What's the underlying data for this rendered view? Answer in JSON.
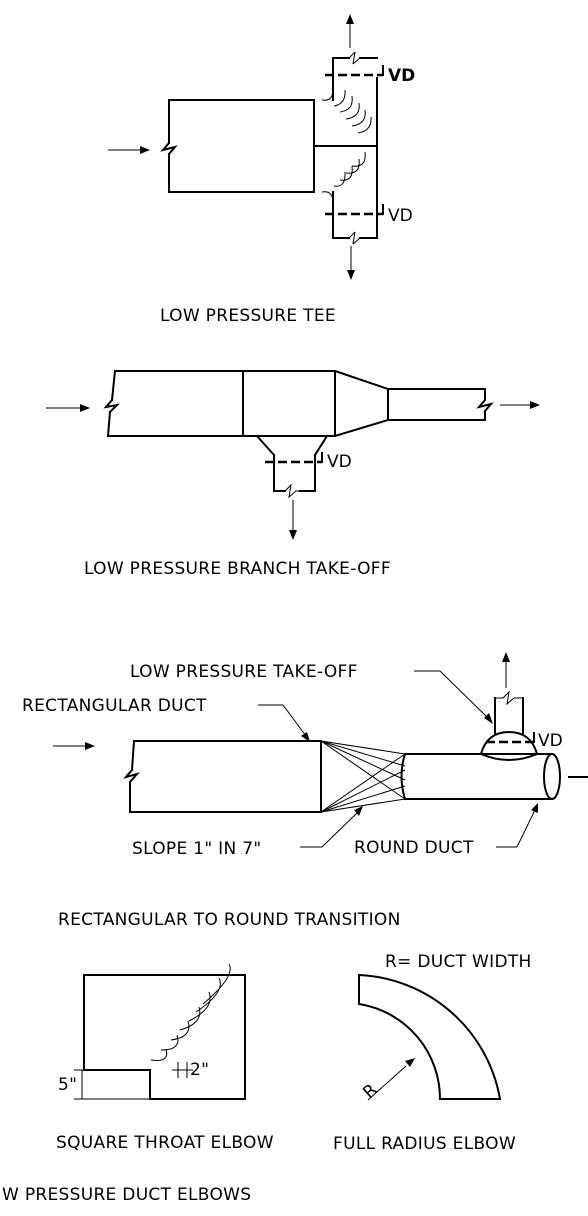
{
  "tee": {
    "title": "LOW PRESSURE TEE",
    "vd_top": "VD",
    "vd_bottom": "VD"
  },
  "branch": {
    "title": "LOW PRESSURE BRANCH TAKE-OFF",
    "vd": "VD"
  },
  "transition": {
    "title": "RECTANGULAR TO ROUND TRANSITION",
    "takeoff_label": "LOW PRESSURE TAKE-OFF",
    "rect_label": "RECTANGULAR DUCT",
    "slope_label": "SLOPE 1\" IN 7\"",
    "round_label": "ROUND DUCT",
    "vd": "VD"
  },
  "elbows": {
    "title": "W PRESSURE DUCT ELBOWS",
    "square_title": "SQUARE THROAT ELBOW",
    "radius_title": "FULL RADIUS ELBOW",
    "radius_note": "R= DUCT WIDTH",
    "r_label": "R",
    "dim_5": "5\"",
    "dim_2": "2\""
  }
}
